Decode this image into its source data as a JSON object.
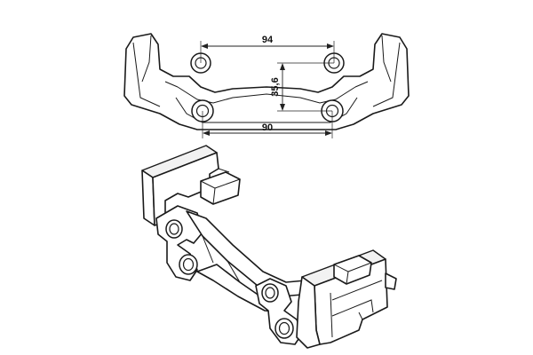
{
  "dimensions": {
    "top_spacing": "94",
    "vertical_spacing": "35,6",
    "bottom_spacing": "90"
  },
  "colors": {
    "line": "#1a1a1a",
    "background": "#ffffff"
  }
}
